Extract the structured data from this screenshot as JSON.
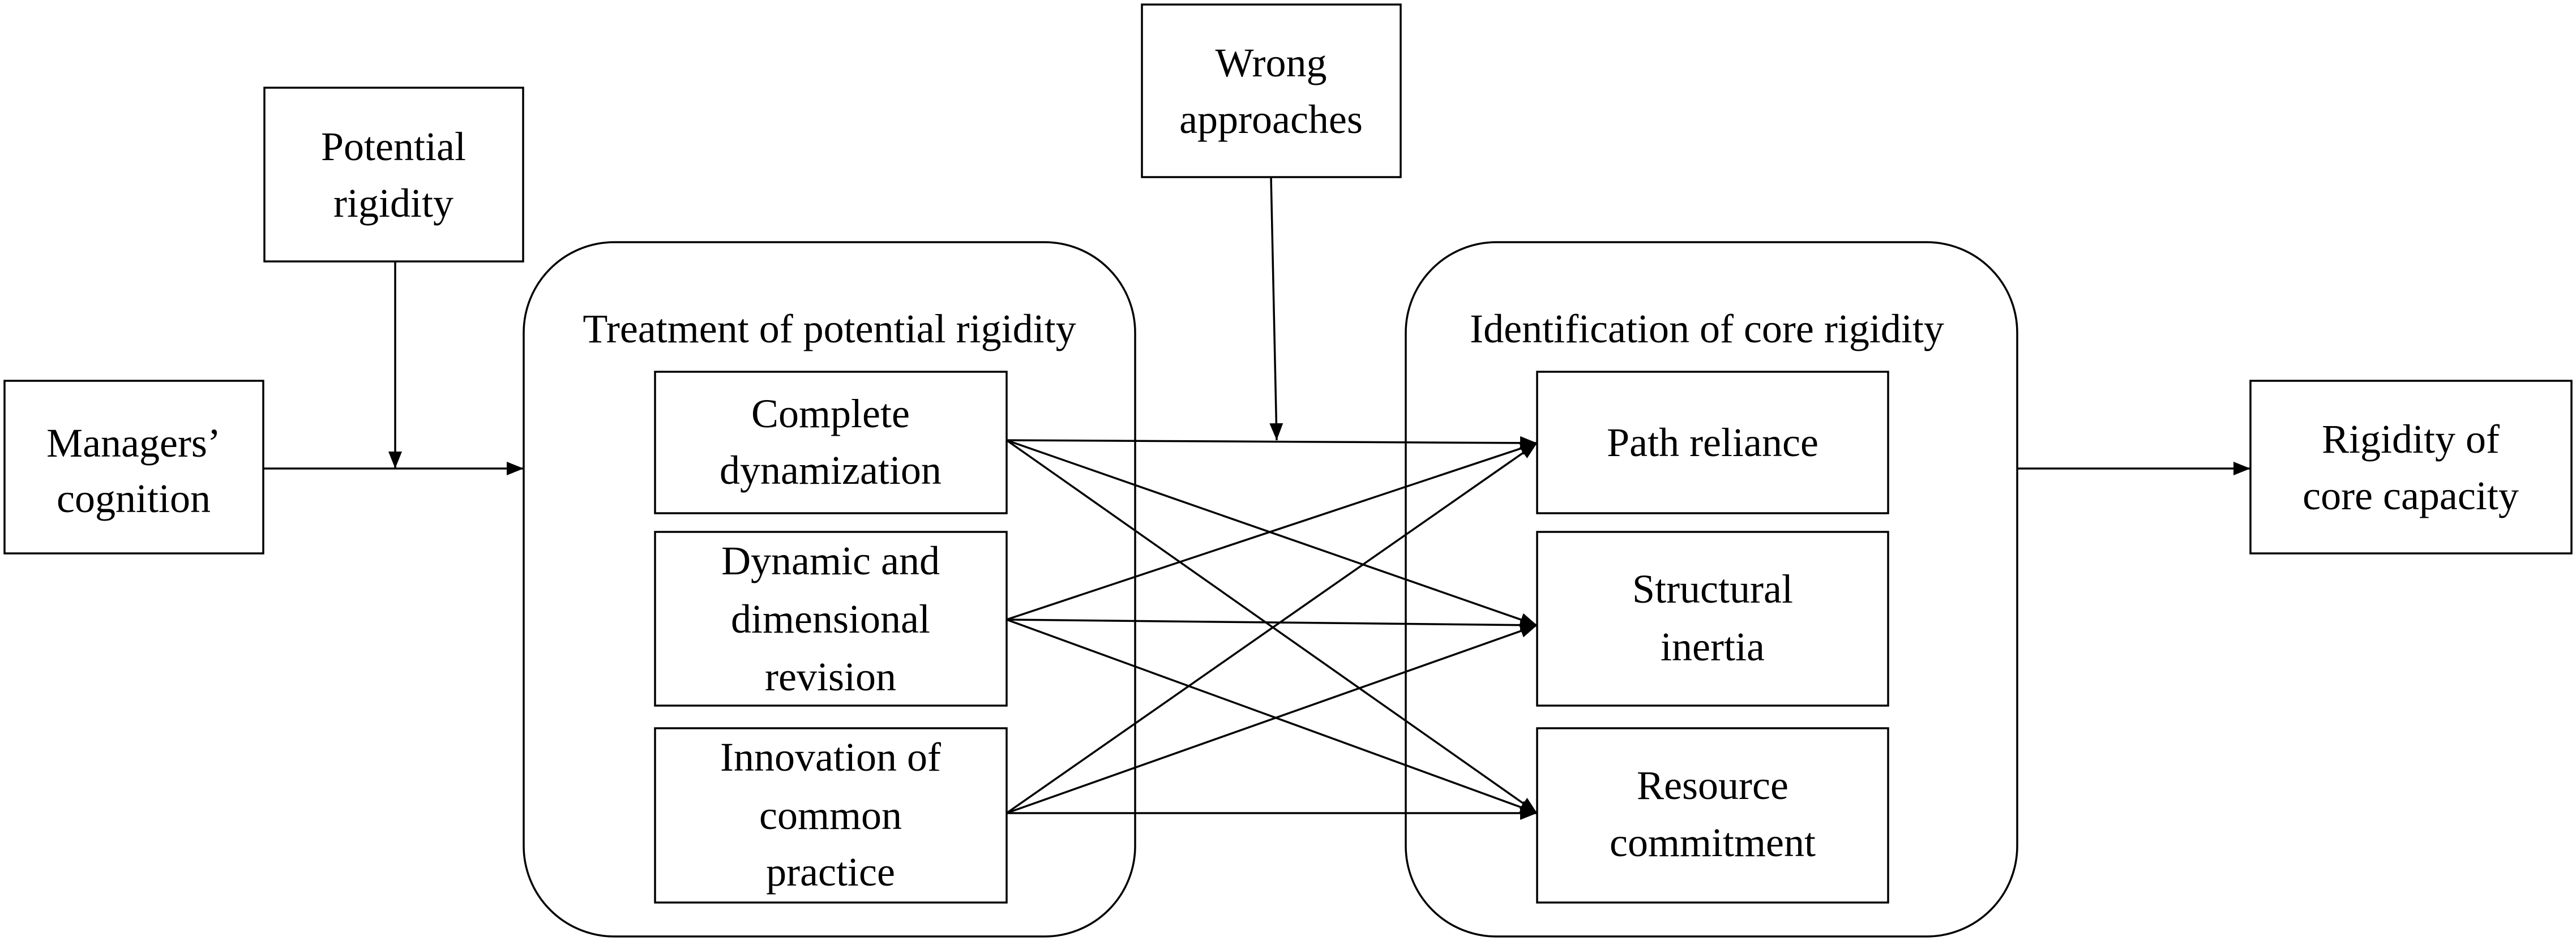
{
  "nodes": {
    "managers_cognition": {
      "lines": [
        "Managers’",
        "cognition"
      ]
    },
    "potential_rigidity": {
      "lines": [
        "Potential",
        "rigidity"
      ]
    },
    "wrong_approaches": {
      "lines": [
        "Wrong",
        "approaches"
      ]
    },
    "rigidity_core_capacity": {
      "lines": [
        "Rigidity of",
        "core capacity"
      ]
    },
    "complete_dynamization": {
      "lines": [
        "Complete",
        "dynamization"
      ]
    },
    "dynamic_dimensional_revision": {
      "lines": [
        "Dynamic and",
        "dimensional",
        "revision"
      ]
    },
    "innovation_common_practice": {
      "lines": [
        "Innovation of",
        "common",
        "practice"
      ]
    },
    "path_reliance": {
      "lines": [
        "Path reliance"
      ]
    },
    "structural_inertia": {
      "lines": [
        "Structural",
        "inertia"
      ]
    },
    "resource_commitment": {
      "lines": [
        "Resource",
        "commitment"
      ]
    }
  },
  "groups": {
    "treatment": {
      "title": "Treatment of potential rigidity"
    },
    "identification": {
      "title": "Identification of core rigidity"
    }
  },
  "colors": {
    "stroke": "#000000",
    "background": "#ffffff"
  }
}
